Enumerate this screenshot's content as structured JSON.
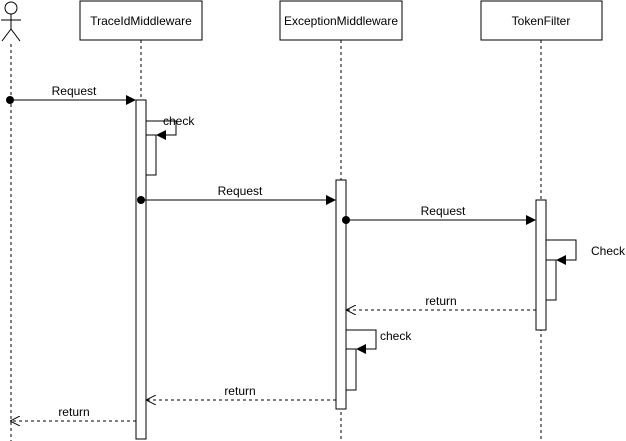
{
  "participants": [
    {
      "id": "actor",
      "label": ""
    },
    {
      "id": "trace",
      "label": "TraceIdMiddleware"
    },
    {
      "id": "exception",
      "label": "ExceptionMiddleware"
    },
    {
      "id": "token",
      "label": "TokenFilter"
    }
  ],
  "messages": [
    {
      "from": "actor",
      "to": "trace",
      "label": "Request",
      "kind": "sync"
    },
    {
      "from": "trace",
      "to": "trace",
      "label": "check",
      "kind": "self"
    },
    {
      "from": "trace",
      "to": "exception",
      "label": "Request",
      "kind": "sync"
    },
    {
      "from": "exception",
      "to": "token",
      "label": "Request",
      "kind": "sync"
    },
    {
      "from": "token",
      "to": "token",
      "label": "Check",
      "kind": "self"
    },
    {
      "from": "token",
      "to": "exception",
      "label": "return",
      "kind": "return"
    },
    {
      "from": "exception",
      "to": "exception",
      "label": "check",
      "kind": "self"
    },
    {
      "from": "exception",
      "to": "trace",
      "label": "return",
      "kind": "return"
    },
    {
      "from": "trace",
      "to": "actor",
      "label": "return",
      "kind": "return"
    }
  ]
}
